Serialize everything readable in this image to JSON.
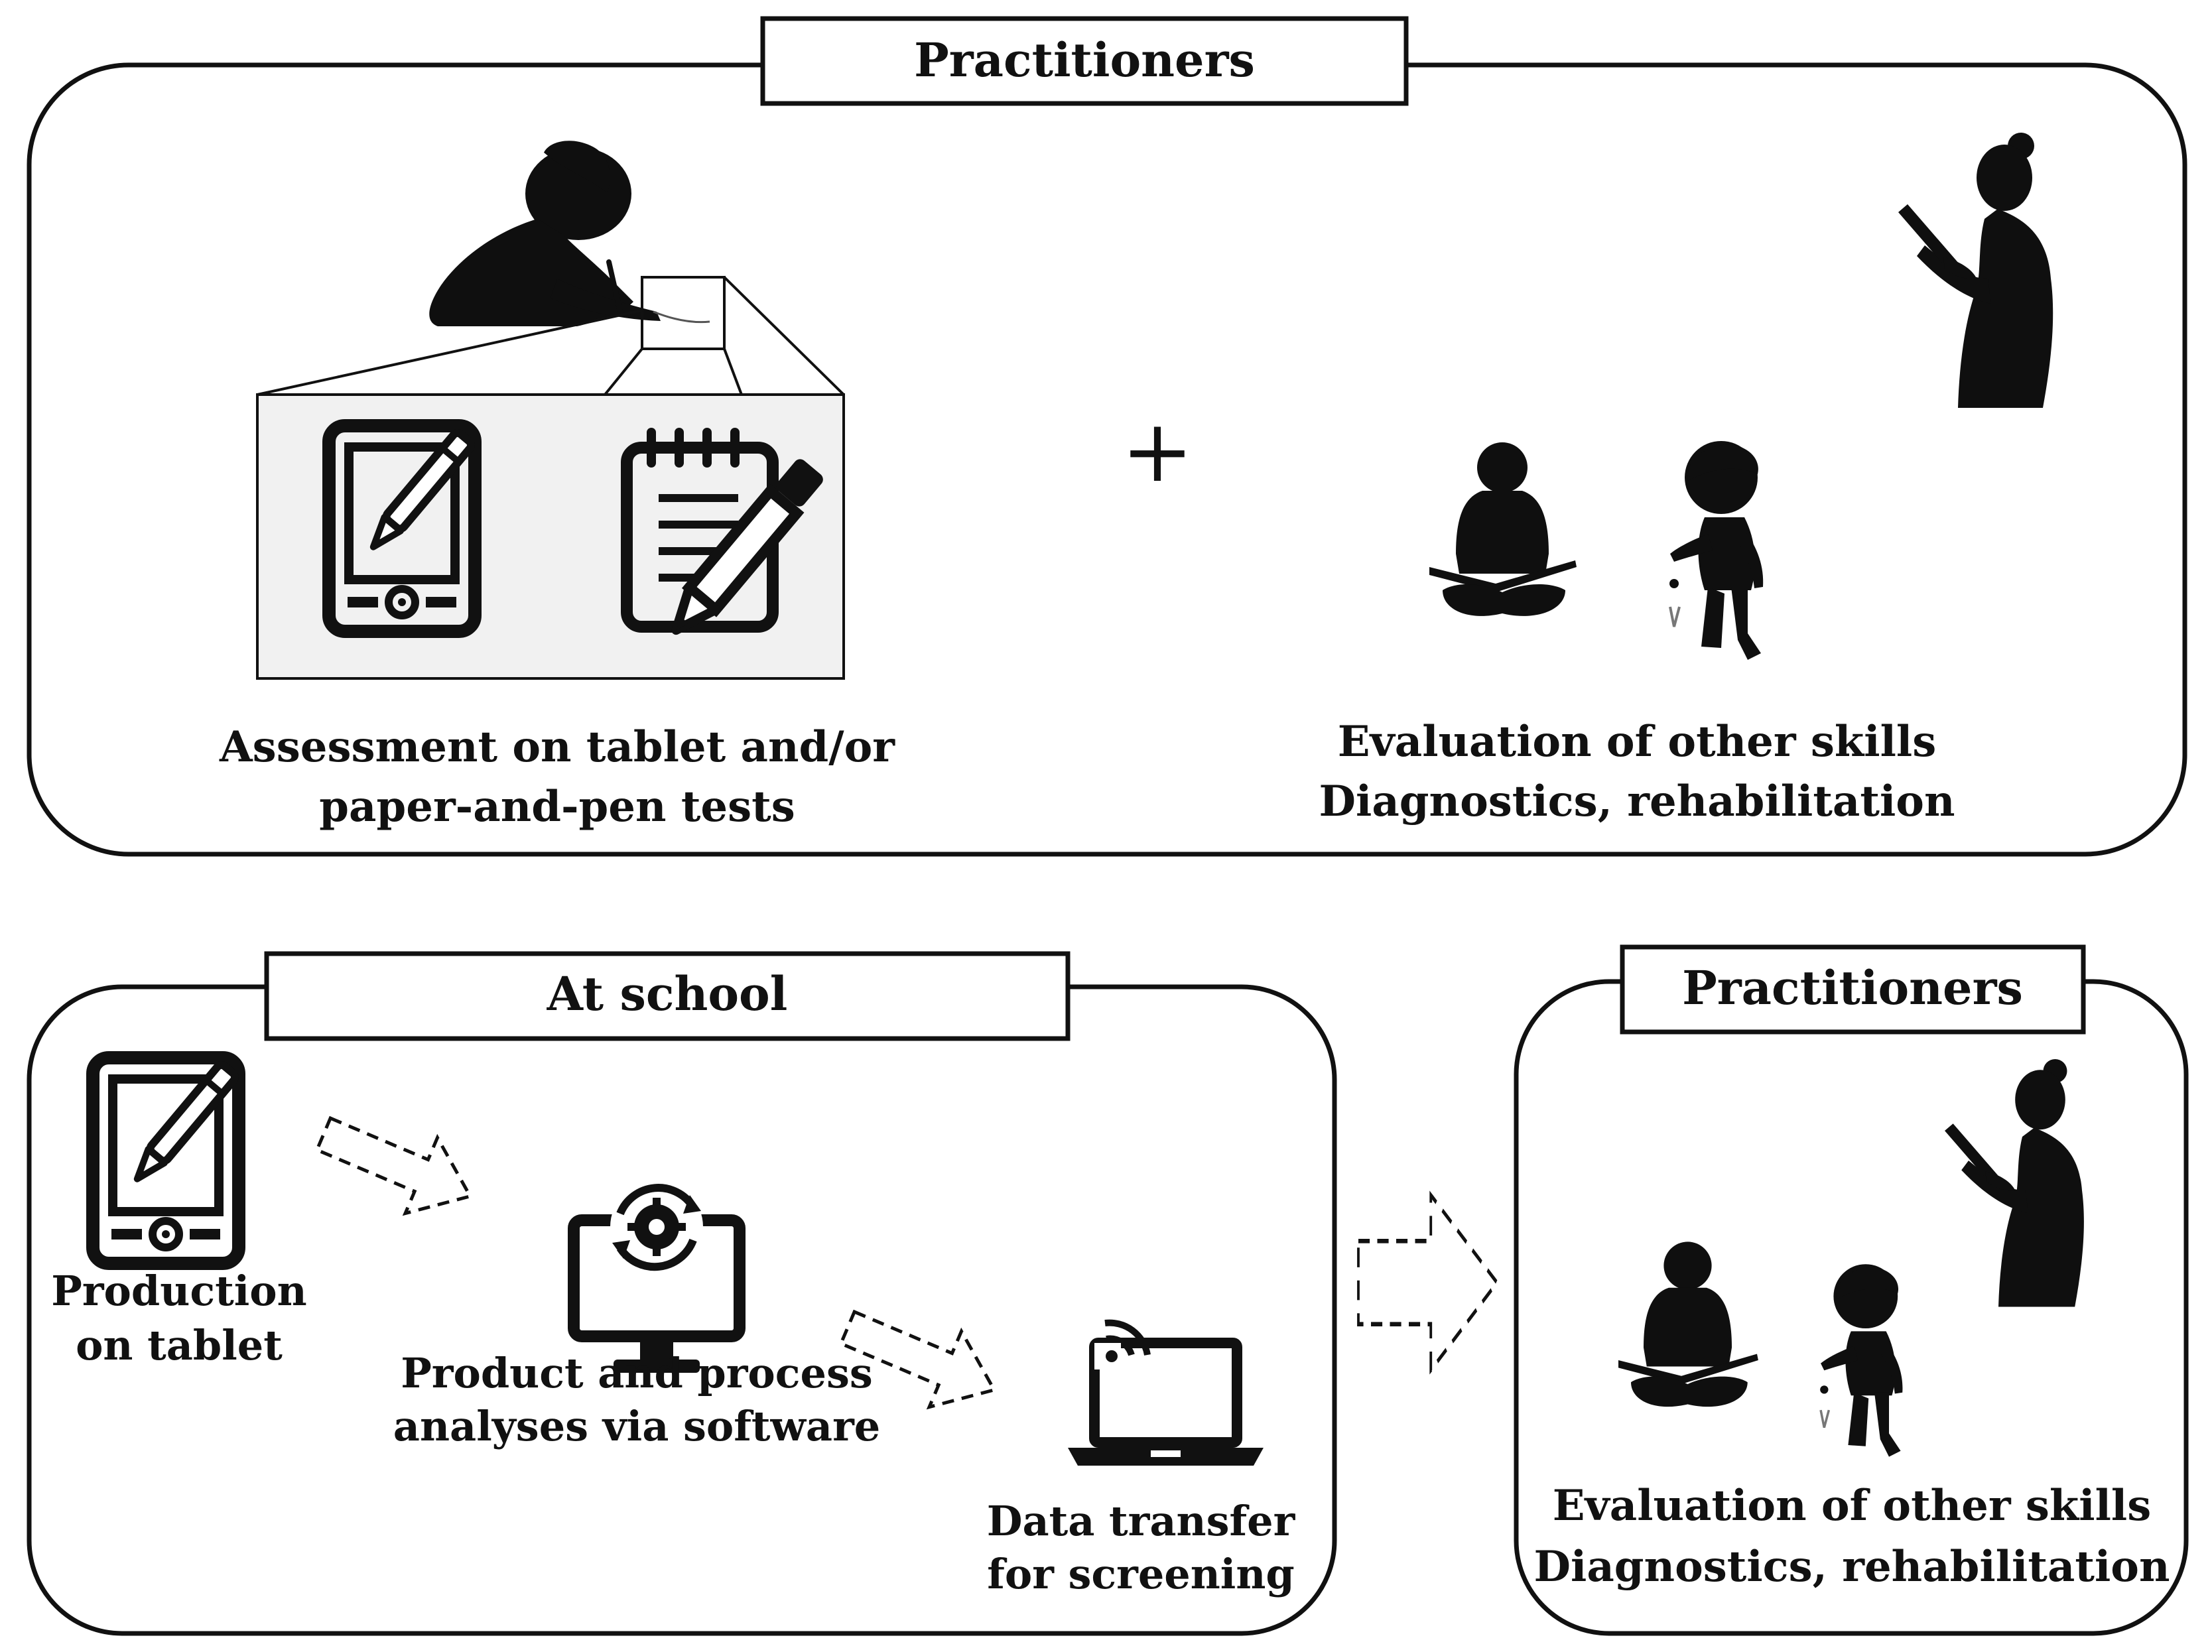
{
  "top_panel": {
    "title": "Practitioners",
    "left_caption": [
      "Assessment on tablet and/or",
      "paper-and-pen tests"
    ],
    "plus_sign": "+",
    "right_caption": [
      "Evaluation of other skills",
      "Diagnostics, rehabilitation"
    ]
  },
  "school_panel": {
    "title": "At school",
    "step1": [
      "Production",
      "on  tablet"
    ],
    "step2": [
      "Product and process",
      "analyses via software"
    ],
    "step3": [
      "Data transfer",
      "for screening"
    ]
  },
  "practitioners_panel": {
    "title": "Practitioners",
    "caption": [
      "Evaluation of other skills",
      "Diagnostics, rehabilitation"
    ]
  },
  "icons": {
    "child_writing": "child-writing-silhouette-icon",
    "tablet_pen": "tablet-pen-icon",
    "notepad_pencil": "notepad-pencil-icon",
    "practitioner": "woman-clipboard-silhouette-icon",
    "child_reading": "child-reading-silhouette-icon",
    "child_playing": "child-playing-silhouette-icon",
    "computer_gear": "computer-gear-icon",
    "laptop_wifi": "laptop-wifi-icon",
    "arrow": "dashed-arrow-icon"
  },
  "colors": {
    "stroke": "#111111",
    "silhouette": "#0f0f0f",
    "inset_bg": "#f1f1f1"
  }
}
